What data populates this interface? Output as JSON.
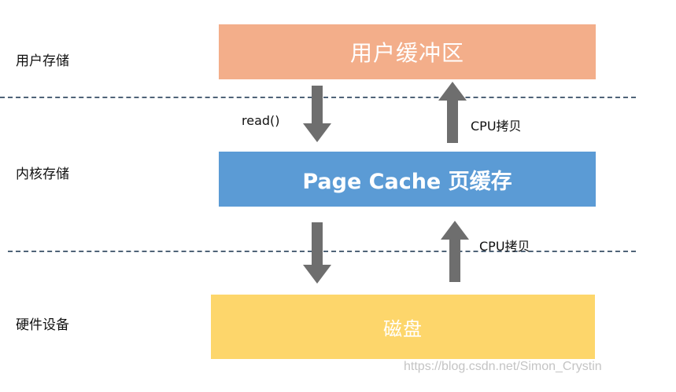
{
  "layers": {
    "user": "用户存储",
    "kernel": "内核存储",
    "hardware": "硬件设备"
  },
  "boxes": {
    "user_buffer": "用户缓冲区",
    "page_cache": "Page Cache 页缓存",
    "disk": "磁盘"
  },
  "arrows": {
    "read_label": "read()",
    "cpu_copy_top": "CPU拷贝",
    "cpu_copy_bottom": "CPU拷贝"
  },
  "watermark": "https://blog.csdn.net/Simon_Crystin",
  "colors": {
    "user_buffer": "#f3ae8a",
    "page_cache": "#5b9bd5",
    "disk": "#fdd66b",
    "arrow": "#6e6e6e",
    "divider": "#4f6378"
  }
}
